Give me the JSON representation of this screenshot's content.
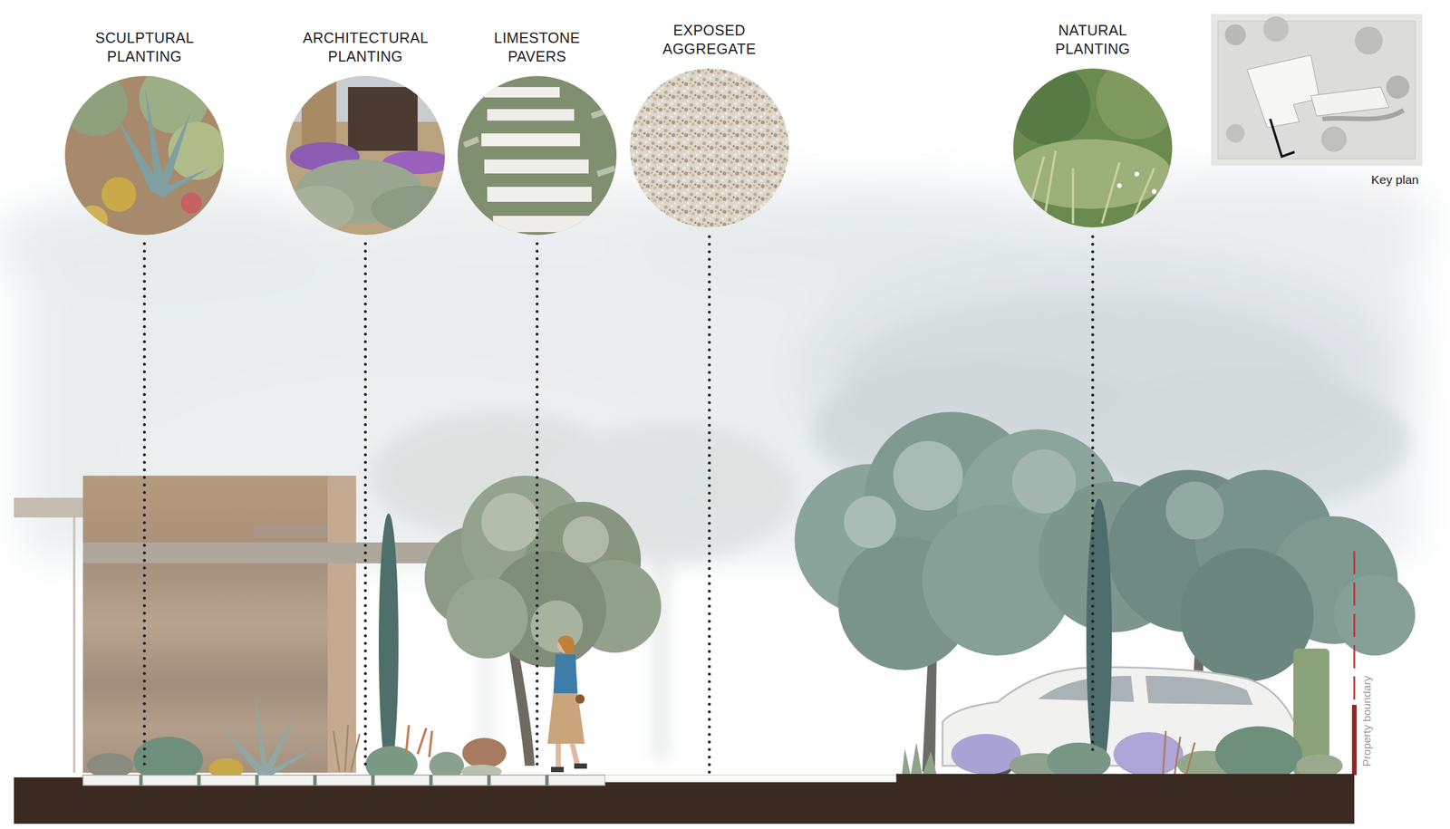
{
  "diagram": {
    "nodes": [
      {
        "text": [
          "SCULPTURAL PLANTING"
        ]
      },
      {
        "text": [
          "ARCHITECTURAL PLANTING"
        ]
      },
      {
        "text": [
          "LIMESTONE PAVERS"
        ]
      },
      {
        "text": [
          "EXPOSED AGGREGATE"
        ]
      },
      {
        "text": [
          "NATURAL PLANTING"
        ]
      },
      {
        "text": [
          "Key plan"
        ]
      }
    ],
    "labels": [
      "Property boundary"
    ]
  }
}
